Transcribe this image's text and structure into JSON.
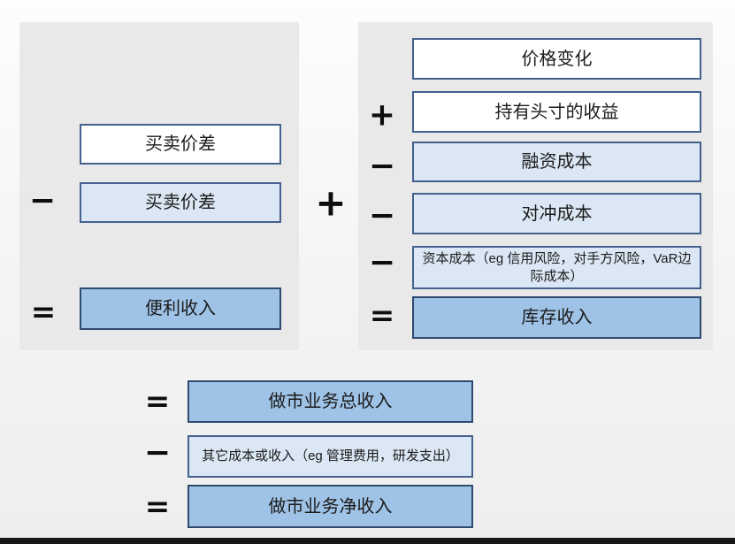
{
  "middle_operator": "+",
  "left_panel": {
    "rows": [
      {
        "operator": "",
        "label": "买卖价差"
      },
      {
        "operator": "−",
        "label": "买卖价差"
      },
      {
        "operator": "=",
        "label": "便利收入"
      }
    ]
  },
  "right_panel": {
    "rows": [
      {
        "operator": "",
        "label": "价格变化"
      },
      {
        "operator": "+",
        "label": "持有头寸的收益"
      },
      {
        "operator": "−",
        "label": "融资成本"
      },
      {
        "operator": "−",
        "label": "对冲成本"
      },
      {
        "operator": "−",
        "label": "资本成本（eg 信用风险，对手方风险，VaR边际成本）"
      },
      {
        "operator": "=",
        "label": "库存收入"
      }
    ]
  },
  "bottom_section": {
    "rows": [
      {
        "operator": "=",
        "label": "做市业务总收入"
      },
      {
        "operator": "−",
        "label": "其它成本或收入（eg 管理费用，研发支出）"
      },
      {
        "operator": "=",
        "label": "做市业务净收入"
      }
    ]
  },
  "colors": {
    "panel_bg": "#e9e9e9",
    "box_white": "#ffffff",
    "box_light_blue": "#dbe7f4",
    "box_medium_blue": "#9fc3e6",
    "box_border": "#44618e",
    "box_border_dark": "#2e4a6e",
    "operator_color": "#0d0d0d",
    "bottom_bar": "#171717"
  }
}
